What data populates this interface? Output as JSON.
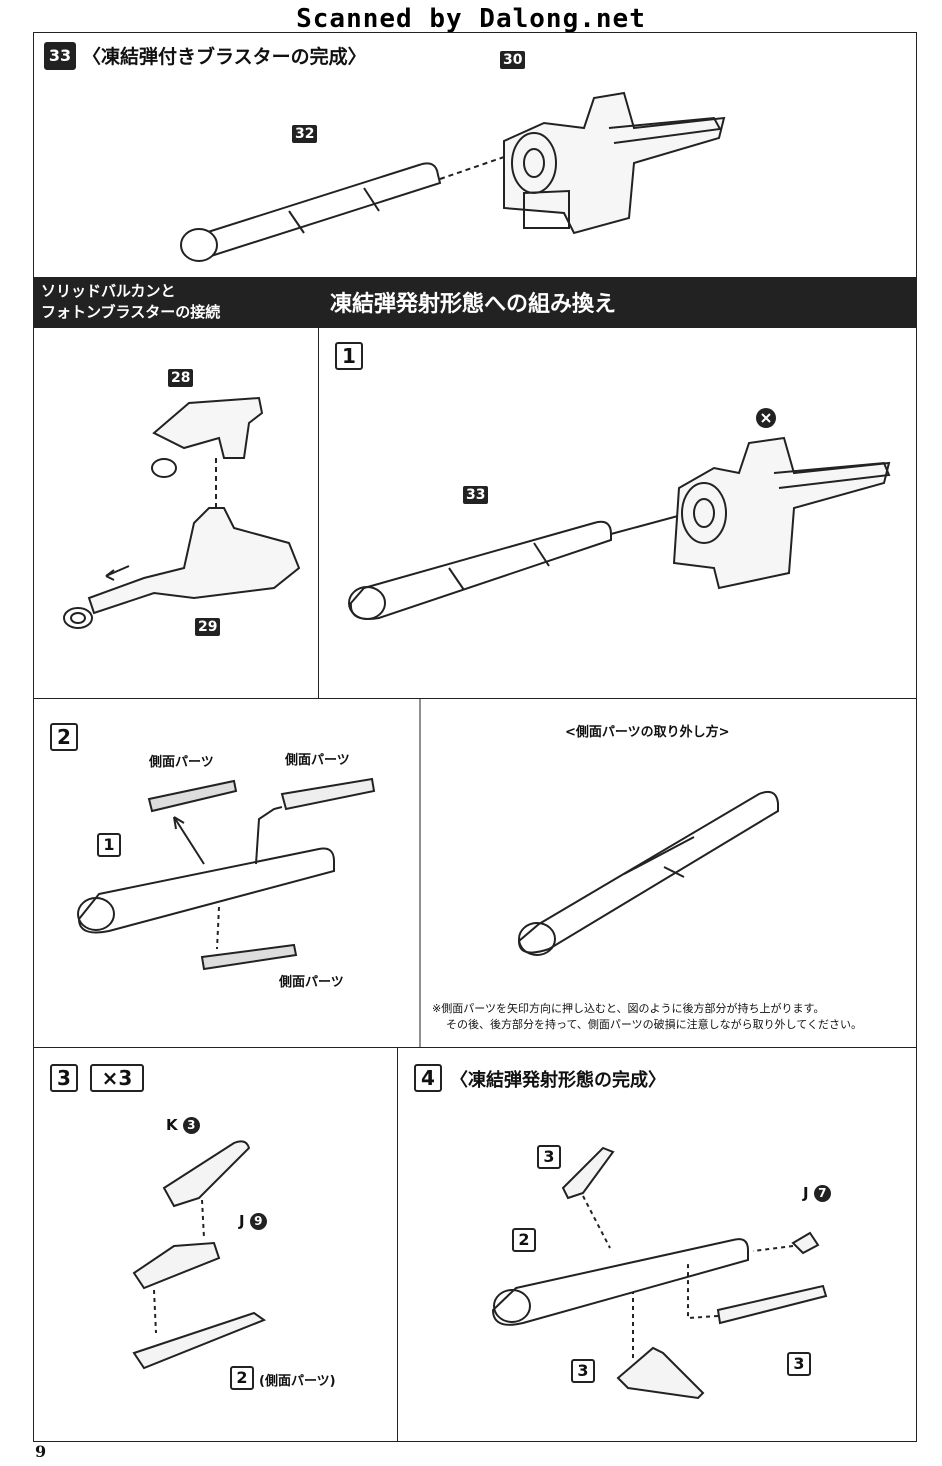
{
  "watermark": "Scanned by Dalong.net",
  "step33": {
    "number": "33",
    "title": "〈凍結弾付きブラスターの完成〉",
    "part_a": "32",
    "part_b": "30"
  },
  "connect": {
    "heading": "ソリッドバルカンと\nフォトンブラスターの接続",
    "part_top": "28",
    "part_bottom": "29"
  },
  "convert": {
    "heading": "凍結弾発射形態への組み換え",
    "step_number": "1",
    "part": "33"
  },
  "step2": {
    "number": "2",
    "label_side_1": "側面パーツ",
    "label_side_2": "側面パーツ",
    "label_side_3": "側面パーツ",
    "part": "1",
    "removal_title": "<側面パーツの取り外し方>",
    "note_1": "※側面パーツを矢印方向に押し込むと、図のように後方部分が持ち上がります。",
    "note_2": "その後、後方部分を持って、側面パーツの破損に注意しながら取り外してください。"
  },
  "step3": {
    "number": "3",
    "multiplier": "×3",
    "k_letter": "K",
    "k_num": "3",
    "j_letter": "J",
    "j_num": "9",
    "part": "2",
    "part_label": "(側面パーツ)"
  },
  "step4": {
    "number": "4",
    "title": "〈凍結弾発射形態の完成〉",
    "part_3a": "3",
    "part_2": "2",
    "j_letter": "J",
    "j_num": "7",
    "part_3b": "3",
    "part_3c": "3"
  },
  "page_number": "9"
}
